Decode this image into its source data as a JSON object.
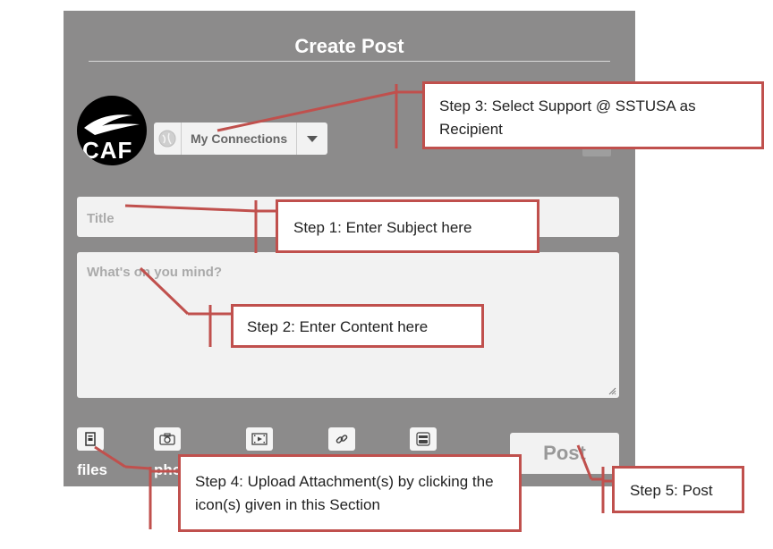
{
  "dialog": {
    "title": "Create Post",
    "avatar_text": "CAF",
    "recipient_dropdown": {
      "selected": "My Connections",
      "globe_icon": "globe-icon",
      "caret_icon": "caret-down-icon"
    },
    "title_placeholder": "Title",
    "content_placeholder": "What's on you mind?",
    "attachments": [
      {
        "icon": "file-icon",
        "label": "files"
      },
      {
        "icon": "camera-icon",
        "label": "pho"
      },
      {
        "icon": "video-icon",
        "label": ""
      },
      {
        "icon": "link-icon",
        "label": ""
      },
      {
        "icon": "youtube-icon",
        "label": ""
      }
    ],
    "post_label": "Post"
  },
  "callouts": {
    "step1": "Step 1: Enter Subject here",
    "step2": "Step 2: Enter Content here",
    "step3": "Step 3: Select Support @ SSTUSA as Recipient",
    "step4": "Step 4: Upload Attachment(s) by clicking the icon(s) given in this Section",
    "step5": "Step 5: Post"
  },
  "colors": {
    "panel_bg": "#8c8b8b",
    "callout_border": "#c0504d",
    "field_bg": "#f2f2f2"
  }
}
